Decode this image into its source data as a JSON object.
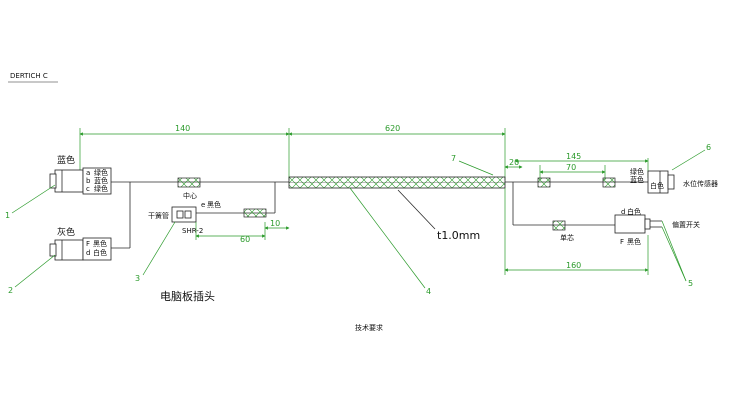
{
  "corner_text": "DERTICH C",
  "dimensions": {
    "d140": "140",
    "d620": "620",
    "d20": "20",
    "d145": "145",
    "d70": "70",
    "d60": "60",
    "d10": "10",
    "d160": "160"
  },
  "connector_blue": {
    "title": "蓝色",
    "pins": [
      {
        "letter": "a",
        "color": "绿色"
      },
      {
        "letter": "b",
        "color": "蓝色"
      },
      {
        "letter": "c",
        "color": "绿色"
      }
    ]
  },
  "connector_gray": {
    "title": "灰色",
    "pins": [
      {
        "letter": "F",
        "color": "黑色"
      },
      {
        "letter": "d",
        "color": "白色"
      }
    ]
  },
  "middle_label": "中心",
  "ground_tube": "干簧管",
  "ground_pin": {
    "letter": "e",
    "color": "黑色"
  },
  "small_conn_label": "SHR-2",
  "tube_label": "t1.0mm",
  "sensor": {
    "title": "水位传感器",
    "pins": [
      "绿色",
      "蓝色",
      "白色"
    ]
  },
  "switch": {
    "title": "偏置开关",
    "pins": [
      {
        "letter": "d",
        "color": "白色"
      },
      {
        "letter": "F",
        "color": "黑色"
      }
    ]
  },
  "wire_mark": "单芯",
  "board_label": "电脑板插头",
  "footer": "技术要求",
  "callouts": [
    "1",
    "2",
    "3",
    "4",
    "5",
    "6",
    "7"
  ]
}
